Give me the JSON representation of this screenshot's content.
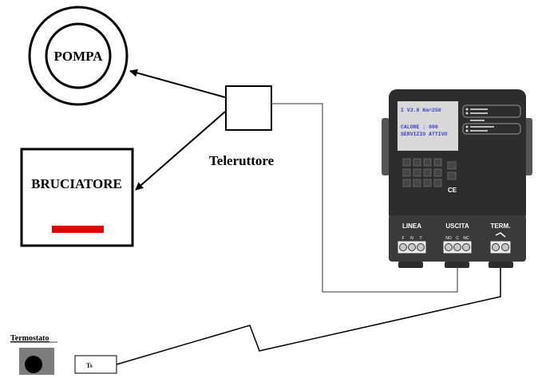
{
  "pump": {
    "label": "POMPA"
  },
  "burner": {
    "label": "BRUCIATORE"
  },
  "contactor": {
    "label": "Teleruttore"
  },
  "thermostat": {
    "title": "Termostato",
    "sensor_label": "Ts"
  },
  "device": {
    "lcd_line1": "I  V3.0  Km=250",
    "lcd_line2": "CALORE  : 000",
    "lcd_line3": "SERVIZIO ATTIVO",
    "terminal_groups": [
      {
        "label": "LINEA",
        "pins": [
          "F",
          "N",
          "T"
        ]
      },
      {
        "label": "USCITA",
        "pins": [
          "NO",
          "C",
          "NC"
        ]
      },
      {
        "label": "TERM.",
        "pins": []
      }
    ],
    "ce_mark": "CE"
  },
  "colors": {
    "burner_bar": "#e00000",
    "device_body": "#2d2d2d",
    "lcd_bg": "#d8d8d8"
  }
}
